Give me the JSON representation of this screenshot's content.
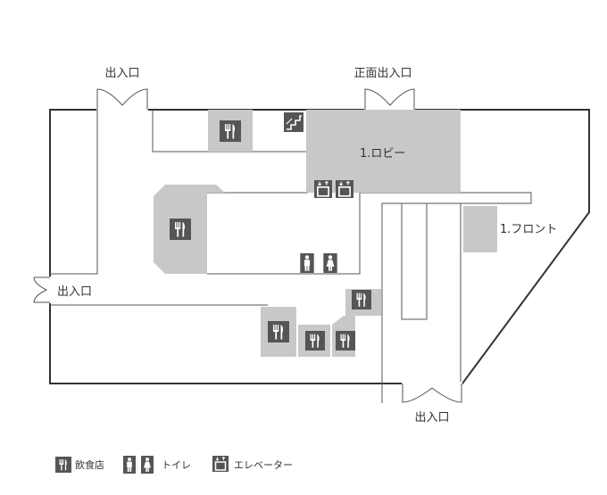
{
  "labels": {
    "entrance_top_left": "出入口",
    "entrance_main": "正面出入口",
    "entrance_left": "出入口",
    "entrance_bottom": "出入口",
    "lobby": "1.ロビー",
    "front": "1.フロント"
  },
  "legend": {
    "restaurant": "飲食店",
    "toilet": "トイレ",
    "elevator": "エレベーター"
  },
  "colors": {
    "area_fill": "#c8c8c8",
    "icon_dark": "#555555",
    "line": "#555555",
    "outline": "#333333"
  },
  "icons": {
    "restaurant": "fork-knife-icon",
    "toilet": "toilet-icon",
    "elevator": "elevator-icon",
    "stairs": "stairs-icon"
  }
}
